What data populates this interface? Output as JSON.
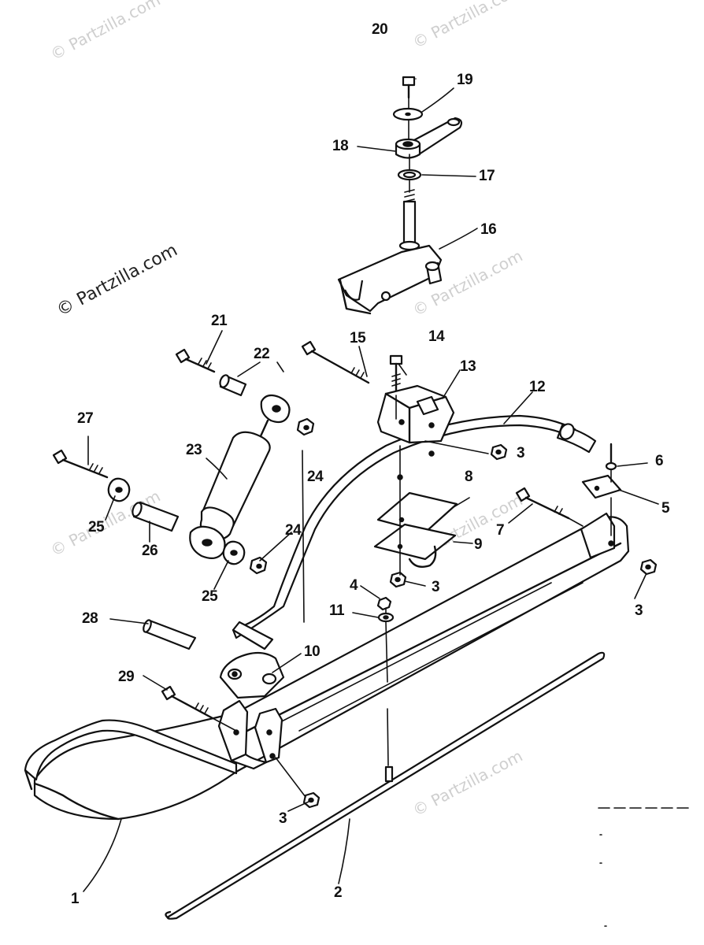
{
  "watermarks": {
    "main": "© Partzilla.com",
    "faint": "© Partzilla.com"
  },
  "callouts": {
    "c1": "1",
    "c2": "2",
    "c3a": "3",
    "c3b": "3",
    "c3c": "3",
    "c3d": "3",
    "c4": "4",
    "c5": "5",
    "c6": "6",
    "c7": "7",
    "c8": "8",
    "c9": "9",
    "c10": "10",
    "c11": "11",
    "c12": "12",
    "c13": "13",
    "c14": "14",
    "c15": "15",
    "c16": "16",
    "c17": "17",
    "c18": "18",
    "c19": "19",
    "c20": "20",
    "c21": "21",
    "c22": "22",
    "c23": "23",
    "c24a": "24",
    "c24b": "24",
    "c25a": "25",
    "c25b": "25",
    "c26": "26",
    "c27": "27",
    "c28": "28",
    "c29": "29"
  },
  "colors": {
    "line": "#111111",
    "watermark": "#cfcfcf",
    "background": "#ffffff"
  }
}
